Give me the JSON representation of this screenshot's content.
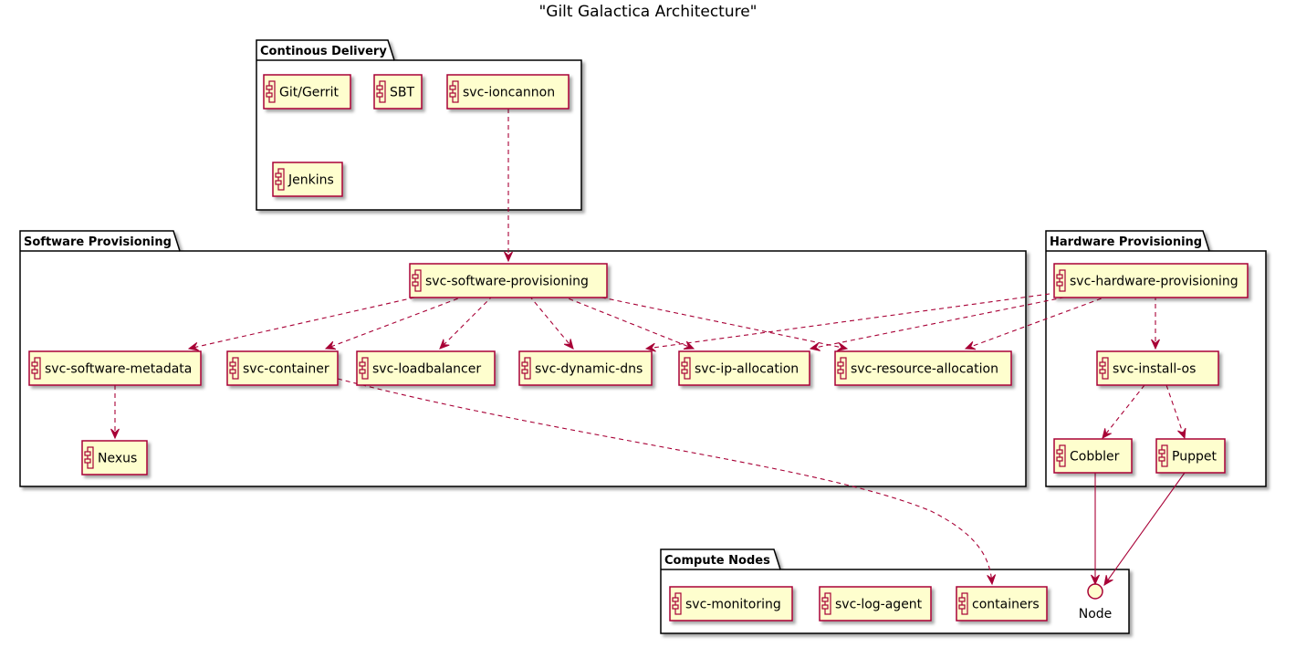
{
  "title": "\"Gilt Galactica Architecture\"",
  "packages": {
    "cd": "Continous Delivery",
    "sp": "Software Provisioning",
    "hp": "Hardware Provisioning",
    "cn": "Compute Nodes"
  },
  "components": {
    "git": "Git/Gerrit",
    "sbt": "SBT",
    "ioncannon": "svc-ioncannon",
    "jenkins": "Jenkins",
    "swprov": "svc-software-provisioning",
    "swmeta": "svc-software-metadata",
    "container": "svc-container",
    "lb": "svc-loadbalancer",
    "dns": "svc-dynamic-dns",
    "ipalloc": "svc-ip-allocation",
    "resalloc": "svc-resource-allocation",
    "nexus": "Nexus",
    "hwprov": "svc-hardware-provisioning",
    "installos": "svc-install-os",
    "cobbler": "Cobbler",
    "puppet": "Puppet",
    "monitoring": "svc-monitoring",
    "logagent": "svc-log-agent",
    "containers": "containers"
  },
  "interfaces": {
    "node": "Node"
  },
  "colors": {
    "component_fill": "#FEFECE",
    "component_border": "#A80036",
    "arrow": "#A80036",
    "package_border": "#000000"
  }
}
